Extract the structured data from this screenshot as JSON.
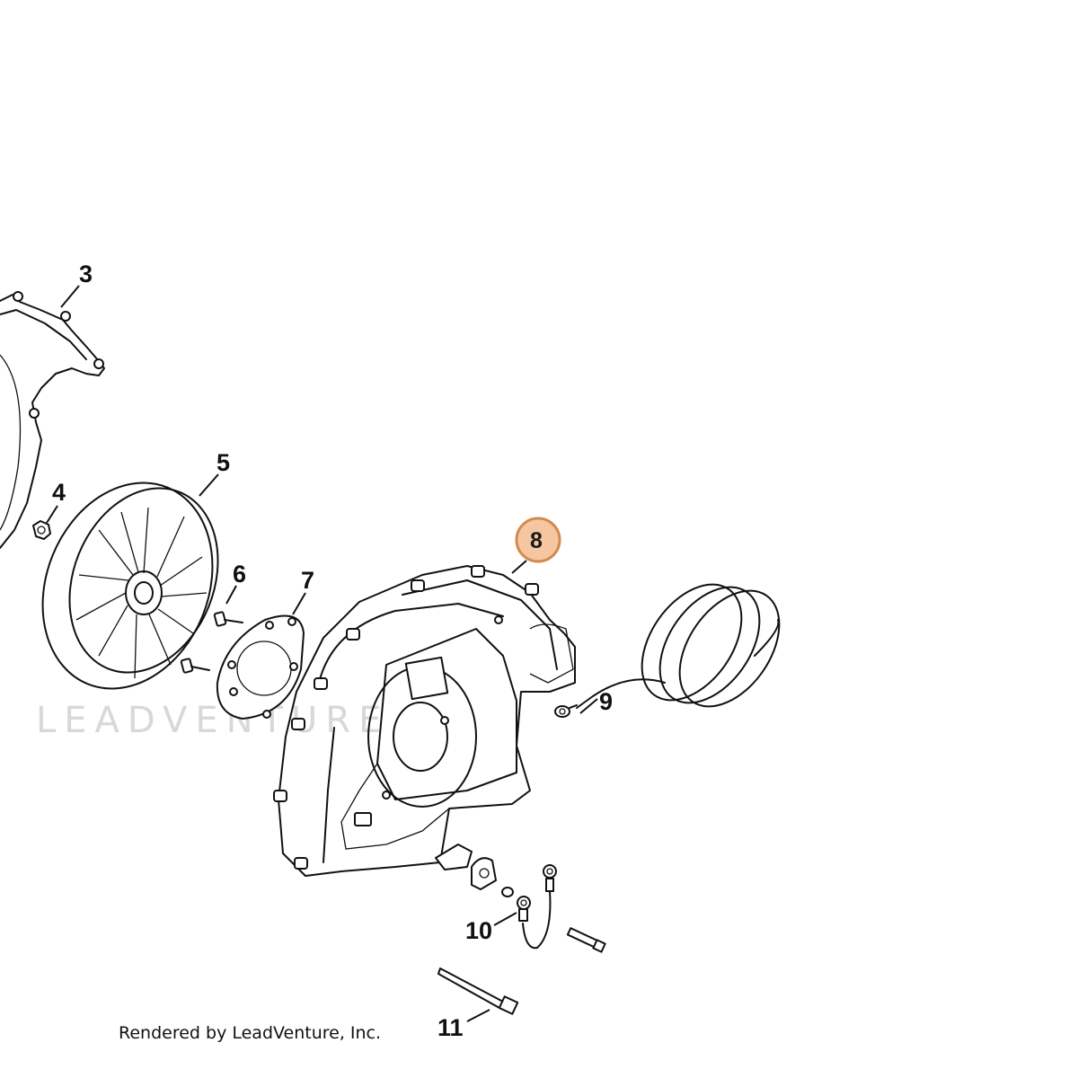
{
  "parts": [
    {
      "label": "3"
    },
    {
      "label": "4"
    },
    {
      "label": "5"
    },
    {
      "label": "6"
    },
    {
      "label": "7"
    },
    {
      "label": "8",
      "highlighted": true
    },
    {
      "label": "9"
    },
    {
      "label": "10"
    },
    {
      "label": "11"
    }
  ],
  "watermark": "LEADVENTURE",
  "footer": "Rendered by LeadVenture, Inc.",
  "colors": {
    "highlight_fill": "#f5c6a0",
    "highlight_stroke": "#d38a4e",
    "line": "#111111",
    "watermark": "#d8d8d8"
  }
}
